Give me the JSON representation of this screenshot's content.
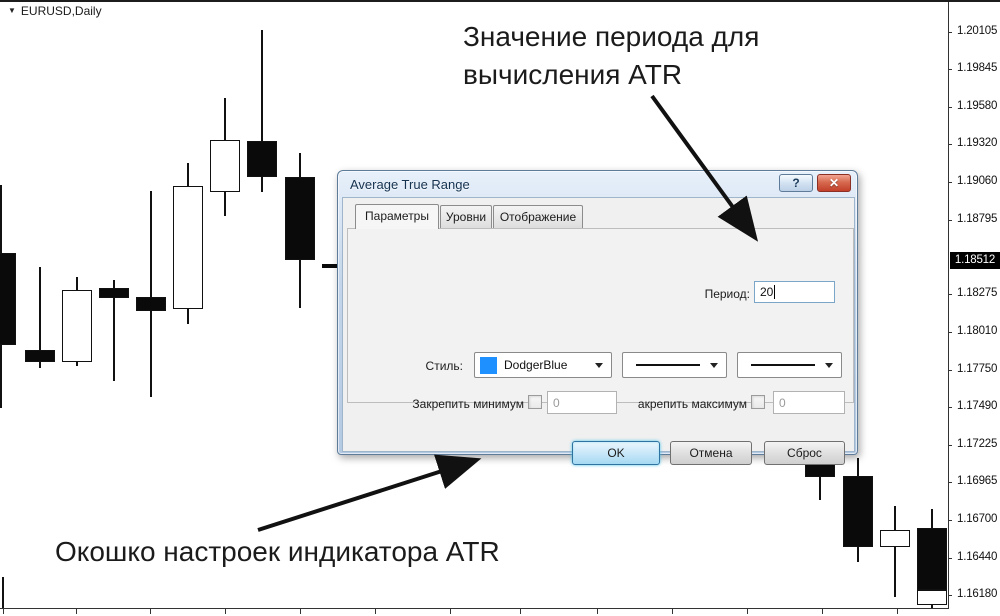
{
  "window": {
    "symbol_label": "EURUSD,Daily"
  },
  "dialog": {
    "title": "Average True Range",
    "titlebar": {
      "help_glyph": "?",
      "close_glyph": "✕"
    },
    "tabs": [
      {
        "label": "Параметры",
        "active": true
      },
      {
        "label": "Уровни",
        "active": false
      },
      {
        "label": "Отображение",
        "active": false
      }
    ],
    "fields": {
      "period_label": "Период:",
      "period_value": "20",
      "style_label": "Стиль:",
      "color_name": "DodgerBlue",
      "color_hex": "#1E90FF",
      "fix_min_label": "Закрепить минимум",
      "fix_min_value": "0",
      "fix_min_checked": false,
      "fix_max_label": "акрепить максимум",
      "fix_max_value": "0",
      "fix_max_checked": false
    },
    "buttons": [
      {
        "label": "OK",
        "default": true
      },
      {
        "label": "Отмена",
        "default": false
      },
      {
        "label": "Сброс",
        "default": false
      }
    ]
  },
  "annotations": {
    "top": {
      "line1": "Значение периода для",
      "line2": "вычисления ATR"
    },
    "bottom": "Окошко настроек индикатора ATR"
  },
  "chart_data": {
    "type": "candlestick",
    "symbol": "EURUSD",
    "timeframe": "Daily",
    "title": "EURUSD,Daily",
    "y_axis_labels": [
      "1.20105",
      "1.19845",
      "1.19580",
      "1.19320",
      "1.19060",
      "1.18795",
      "1.18275",
      "1.18010",
      "1.17750",
      "1.17490",
      "1.17225",
      "1.16965",
      "1.16700",
      "1.16440",
      "1.16180"
    ],
    "current_price": "1.18512",
    "ylim": [
      1.1618,
      1.20105
    ],
    "axis_anchors": {
      "p1": 1.20105,
      "y1": 31.7,
      "p2": 1.1618,
      "y2": 595
    },
    "grid": false,
    "candles": [
      {
        "x": 1,
        "o": 1.18563,
        "h": 1.19037,
        "l": 1.17483,
        "c": 1.17922,
        "dir": "down"
      },
      {
        "x": 40,
        "o": 1.17887,
        "h": 1.18465,
        "l": 1.17762,
        "c": 1.17804,
        "dir": "down"
      },
      {
        "x": 77,
        "o": 1.17804,
        "h": 1.18396,
        "l": 1.17776,
        "c": 1.18305,
        "dir": "up"
      },
      {
        "x": 114,
        "o": 1.18319,
        "h": 1.18375,
        "l": 1.17671,
        "c": 1.18249,
        "dir": "down"
      },
      {
        "x": 151,
        "o": 1.18256,
        "h": 1.18995,
        "l": 1.17559,
        "c": 1.18159,
        "dir": "down"
      },
      {
        "x": 188,
        "o": 1.18173,
        "h": 1.1919,
        "l": 1.18068,
        "c": 1.1903,
        "dir": "up"
      },
      {
        "x": 225,
        "o": 1.18988,
        "h": 1.19643,
        "l": 1.18821,
        "c": 1.1935,
        "dir": "up"
      },
      {
        "x": 262,
        "o": 1.19343,
        "h": 1.20117,
        "l": 1.18988,
        "c": 1.19093,
        "dir": "down"
      },
      {
        "x": 300,
        "o": 1.19093,
        "h": 1.1926,
        "l": 1.1818,
        "c": 1.18514,
        "dir": "down"
      },
      {
        "x": 820,
        "o": 1.1726,
        "h": 1.1726,
        "l": 1.16842,
        "c": 1.17003,
        "dir": "down"
      },
      {
        "x": 858,
        "o": 1.1701,
        "h": 1.17134,
        "l": 1.1641,
        "c": 1.16515,
        "dir": "down"
      },
      {
        "x": 895,
        "o": 1.16515,
        "h": 1.16801,
        "l": 1.16166,
        "c": 1.16633,
        "dir": "up"
      },
      {
        "x": 932,
        "o": 1.16647,
        "h": 1.1678,
        "l": 1.16215,
        "c": 1.16215,
        "dir": "down"
      },
      {
        "x": 932,
        "o": 1.1611,
        "h": 1.16215,
        "l": 1.1609,
        "c": 1.16215,
        "dir": "up"
      }
    ],
    "partial_dash": {
      "x1": 322,
      "x2": 337,
      "price": 1.18472
    },
    "edge_marks": [
      {
        "x": 2,
        "y1": 577,
        "y2": 608
      }
    ],
    "x_ticks": [
      3,
      76,
      150,
      225,
      300,
      375,
      450,
      520,
      597,
      672,
      747,
      822,
      897
    ]
  }
}
